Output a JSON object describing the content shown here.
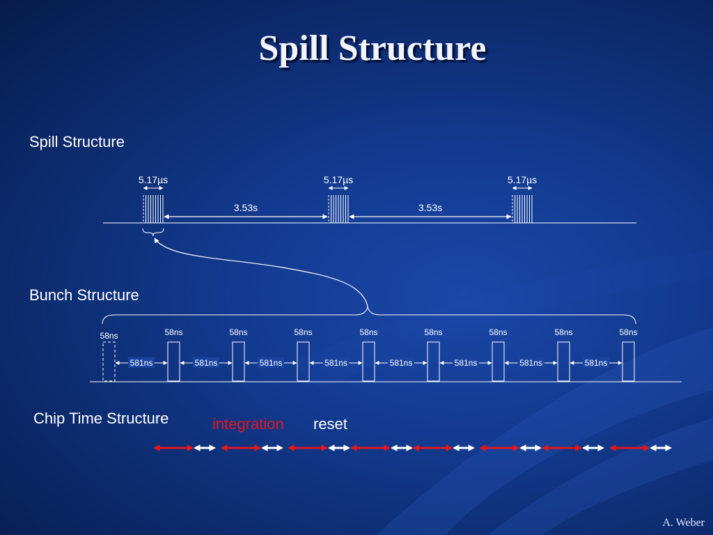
{
  "slide": {
    "title": "Spill Structure",
    "footer": "A. Weber"
  },
  "spill": {
    "section_label": "Spill Structure",
    "spill_width_label": "5.17µs",
    "gap_label": "3.53s",
    "spill_count": 3,
    "gap_count": 2
  },
  "bunch": {
    "section_label": "Bunch Structure",
    "bunch_width_label": "58ns",
    "spacing_label": "581ns",
    "bunch_count": 9,
    "first_bunch_empty": true
  },
  "chip": {
    "section_label": "Chip Time Structure",
    "integration_label": "integration",
    "reset_label": "reset",
    "cycle_count": 8,
    "colors": {
      "integration": "#e0171d",
      "reset": "#ffffff"
    }
  }
}
